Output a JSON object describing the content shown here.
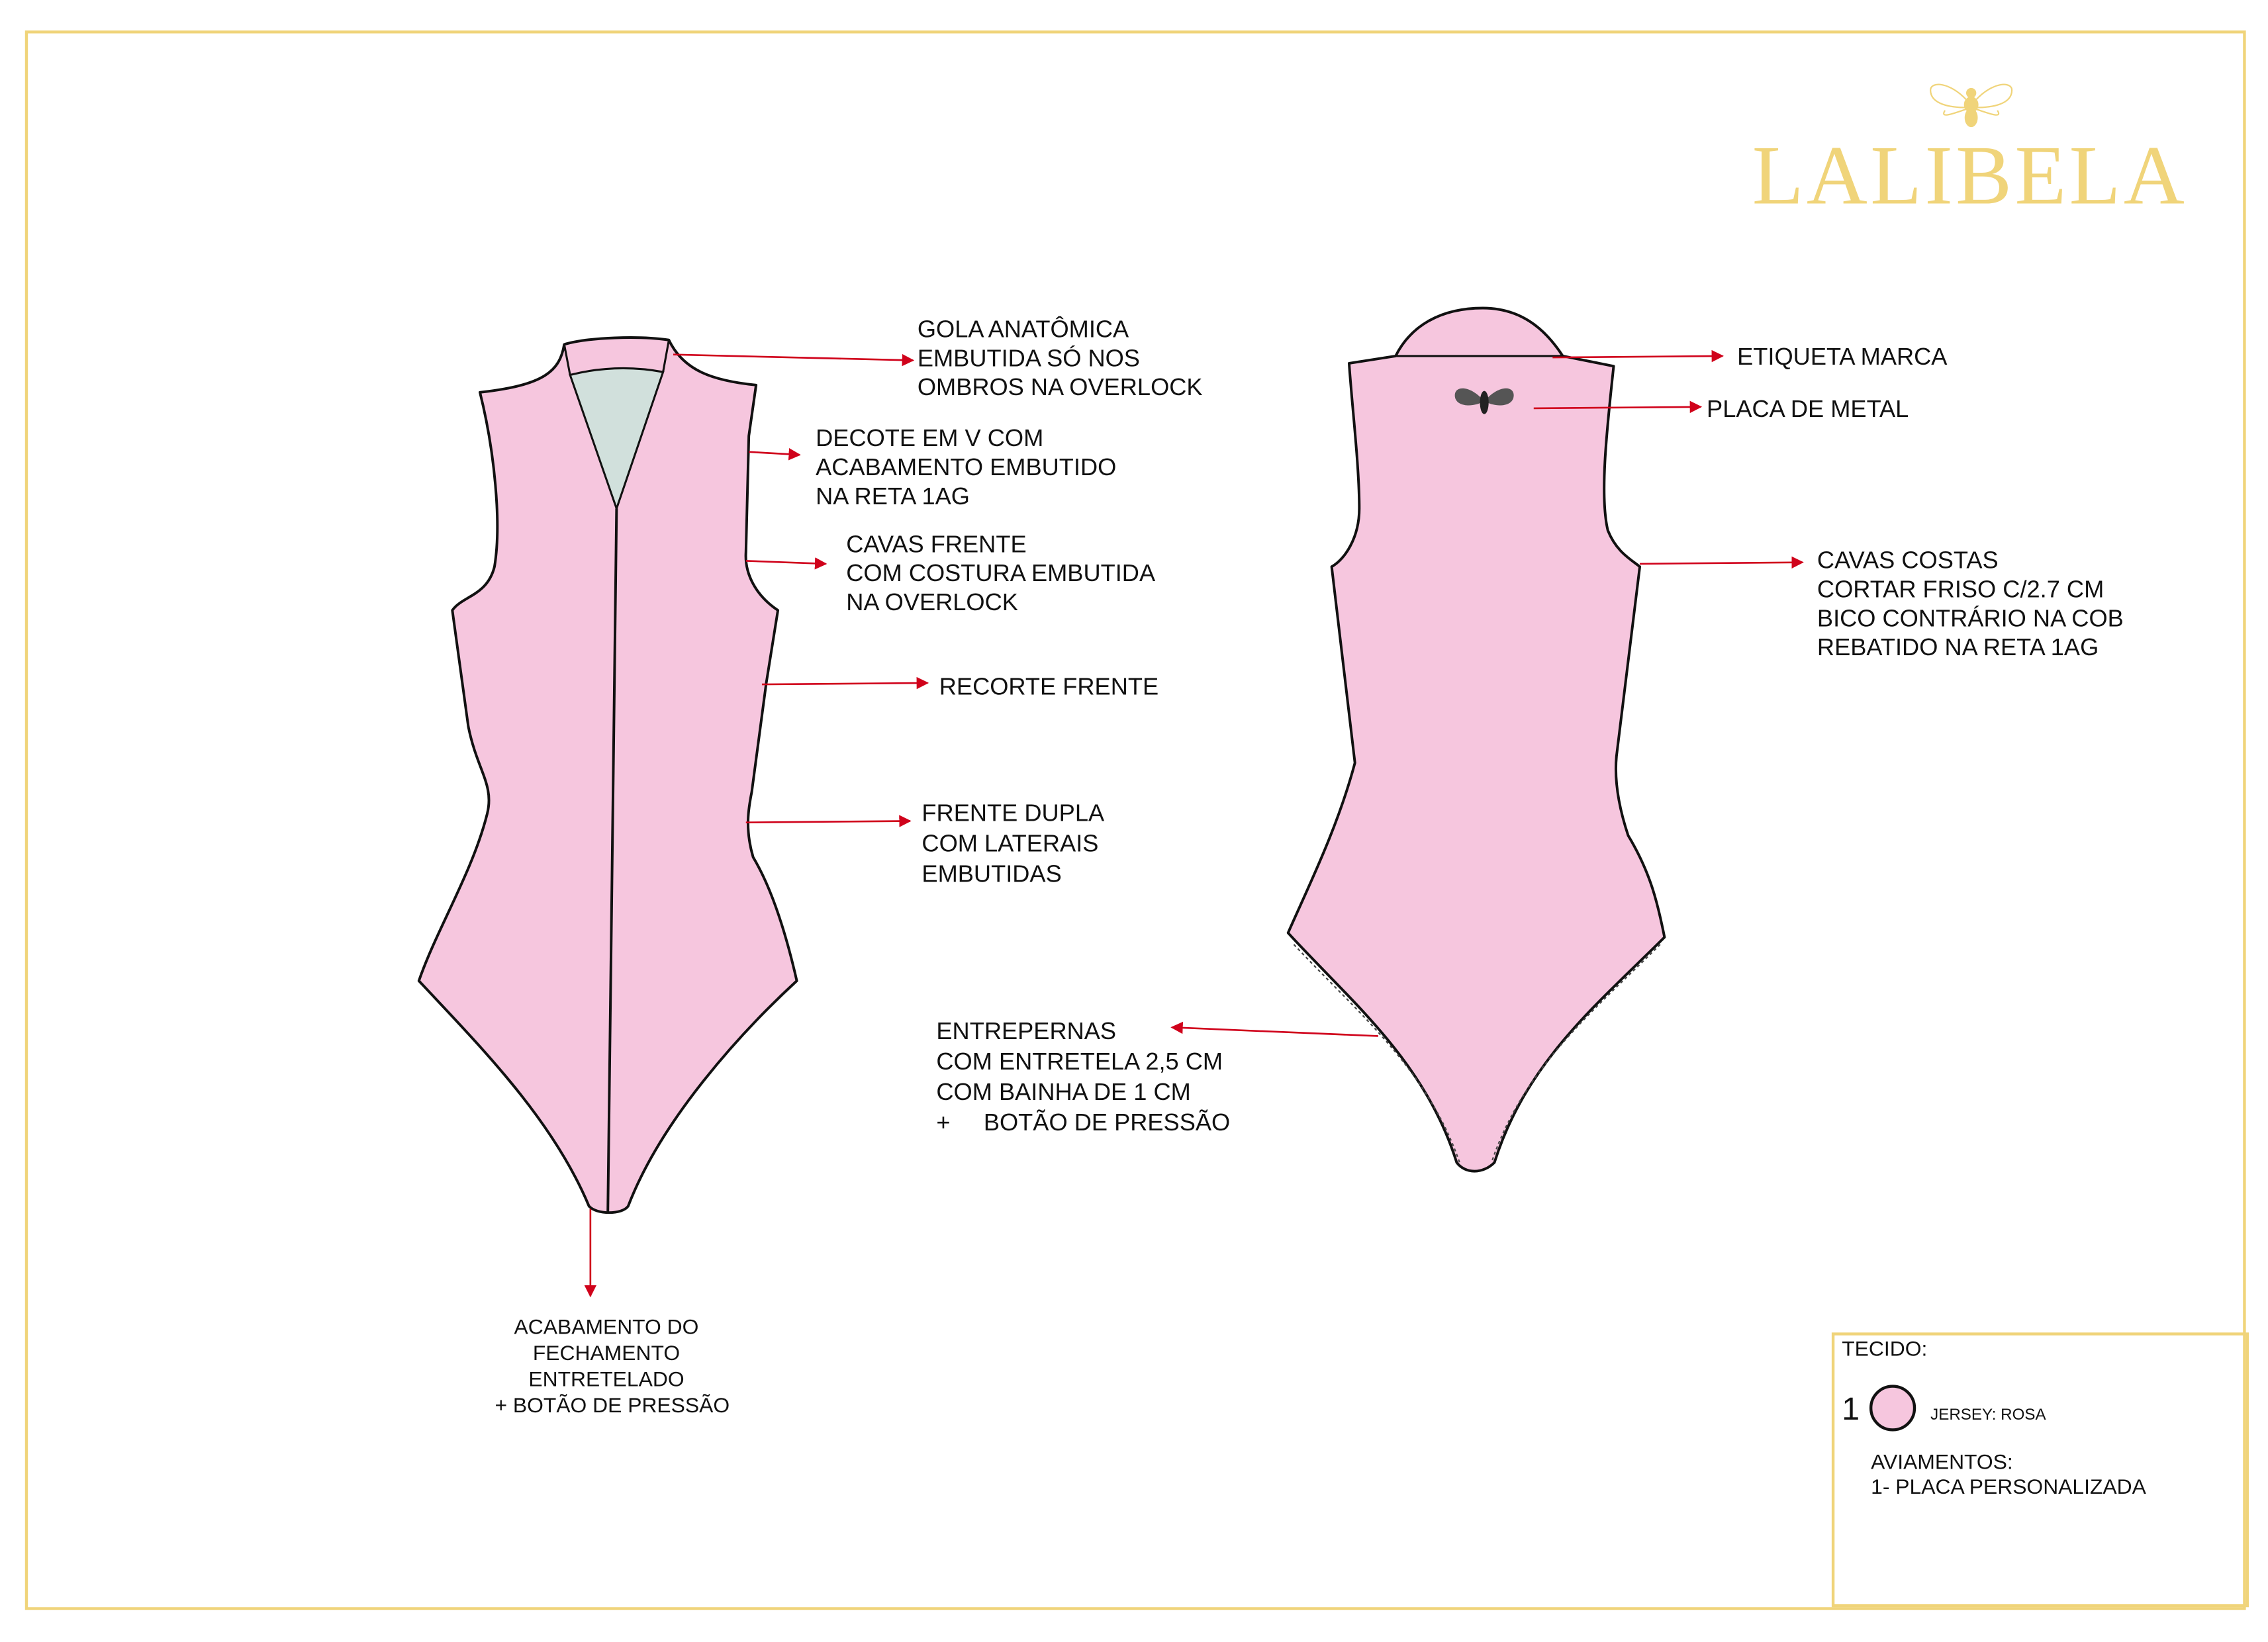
{
  "brand": {
    "name": "LALIBELA",
    "logo_icon": "bee-icon"
  },
  "colors": {
    "gold": "#f0d47a",
    "pink": "#f6c6de",
    "arrow_red": "#d0021b",
    "collar_inner": "#d1e0dc"
  },
  "front": {
    "callouts": [
      {
        "lines": [
          "GOLA ANATÔMICA",
          "EMBUTIDA SÓ NOS",
          "OMBROS NA OVERLOCK"
        ]
      },
      {
        "lines": [
          "DECOTE EM V COM",
          "ACABAMENTO EMBUTIDO",
          "NA RETA 1AG"
        ]
      },
      {
        "lines": [
          "CAVAS FRENTE",
          "COM COSTURA EMBUTIDA",
          "NA OVERLOCK"
        ]
      },
      {
        "lines": [
          "RECORTE FRENTE"
        ]
      },
      {
        "lines": [
          "FRENTE DUPLA",
          "COM LATERAIS",
          "EMBUTIDAS"
        ]
      },
      {
        "lines": [
          "ACABAMENTO DO",
          "FECHAMENTO",
          "ENTRETELADO",
          "+ BOTÃO DE PRESSÃO"
        ]
      }
    ]
  },
  "back": {
    "callouts": [
      {
        "lines": [
          "ETIQUETA MARCA"
        ]
      },
      {
        "lines": [
          "PLACA DE METAL"
        ]
      },
      {
        "lines": [
          "CAVAS COSTAS",
          "CORTAR FRISO C/2.7 CM",
          "BICO CONTRÁRIO NA COB",
          "REBATIDO NA RETA 1AG"
        ]
      },
      {
        "lines": [
          "ENTREPERNAS",
          "COM ENTRETELA 2,5 CM",
          "COM BAINHA DE 1 CM",
          "+     BOTÃO DE PRESSÃO"
        ]
      }
    ]
  },
  "materials": {
    "fabric_title": "TECIDO:",
    "fabric_number": "1",
    "fabric_name": "JERSEY: ROSA",
    "trims_title": "AVIAMENTOS:",
    "trims_item": "1- PLACA PERSONALIZADA"
  }
}
